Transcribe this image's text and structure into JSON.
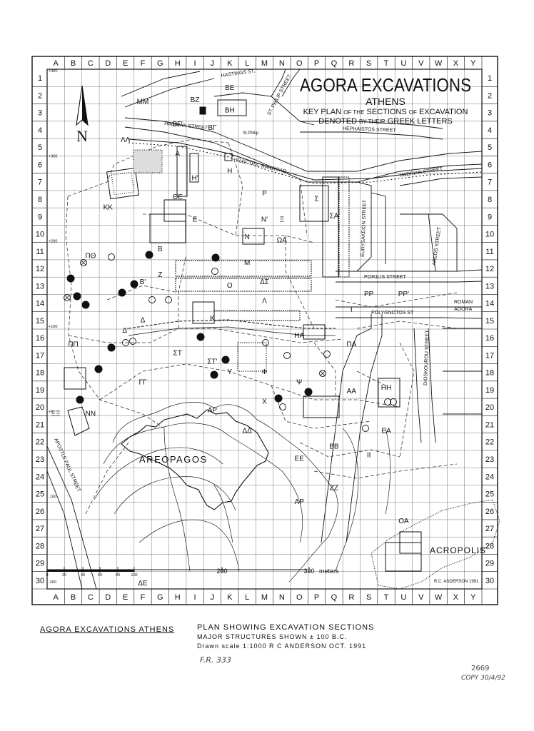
{
  "map": {
    "title": "AGORA EXCAVATIONS",
    "subtitle": "ATHENS",
    "key_line1_a": "KEY PLAN",
    "key_line1_b": "OF THE",
    "key_line1_c": "SECTIONS",
    "key_line1_d": "OF",
    "key_line1_e": "EXCAVATION",
    "key_line2_a": "DENOTED",
    "key_line2_b": "BY THEIR",
    "key_line2_c": "GREEK LETTERS",
    "col_letters": [
      "A",
      "B",
      "C",
      "D",
      "E",
      "F",
      "G",
      "H",
      "I",
      "J",
      "K",
      "L",
      "M",
      "N",
      "O",
      "P",
      "Q",
      "R",
      "S",
      "T",
      "U",
      "V",
      "W",
      "X",
      "Y"
    ],
    "row_numbers": [
      "1",
      "2",
      "3",
      "4",
      "5",
      "6",
      "7",
      "8",
      "9",
      "10",
      "11",
      "12",
      "13",
      "14",
      "15",
      "16",
      "17",
      "18",
      "19",
      "20",
      "21",
      "22",
      "23",
      "24",
      "25",
      "26",
      "27",
      "28",
      "29",
      "30"
    ],
    "coord_labels": [
      "+400",
      "+300",
      "+200",
      "+100",
      "+0",
      "-100",
      "-200"
    ],
    "scale": {
      "ticks": [
        "0",
        "20",
        "40",
        "60",
        "80",
        "100",
        "200",
        "300"
      ],
      "unit": "meters"
    },
    "signature": "R.C. ANDERSON  1991",
    "streets": {
      "hastings": "HASTINGS ST.",
      "philip": "ST. PHILIP STREET",
      "hadrian_w": "HADRIAN STREET",
      "hephaistos": "HEPHAISTOS STREET",
      "electric": "ELECTRIC RAILROAD",
      "hadrian_e": "HADRIAN STREET",
      "eurysakeion": "EURYSAKEION STREET",
      "areos": "AREOS STREET",
      "poikilis": "POIKILIS STREET",
      "polygnotos": "POLYGNOTOS ST",
      "dioskouron": "DIOSKOUROU STREET",
      "apostle": "APOSTLE PAUL STREET",
      "stphilip": "St.Philip"
    },
    "places": {
      "areopagos": "AREOPAGOS",
      "acropolis": "ACROPOLIS",
      "roman1": "ROMAN",
      "roman2": "AGORA"
    },
    "sections": [
      {
        "t": "ΒΕ",
        "c": "K",
        "r": 2.2
      },
      {
        "t": "ΒΖ",
        "c": "I",
        "r": 2.9
      },
      {
        "t": "ΒΗ",
        "c": "K",
        "r": 3.5
      },
      {
        "t": "ΜΜ",
        "c": "F",
        "r": 3.0
      },
      {
        "t": "ΒΓ'",
        "c": "H",
        "r": 4.3
      },
      {
        "t": "ΒΓ",
        "c": "J",
        "r": 4.5
      },
      {
        "t": "ΛΛ",
        "c": "E",
        "r": 5.2
      },
      {
        "t": "Α",
        "c": "H",
        "r": 6.0
      },
      {
        "t": "Η",
        "c": "K",
        "r": 7.0
      },
      {
        "t": "Η'",
        "c": "I",
        "r": 7.4
      },
      {
        "t": "Ρ",
        "c": "M",
        "r": 8.3
      },
      {
        "t": "ΘΕ",
        "c": "H",
        "r": 8.5
      },
      {
        "t": "ΚΚ",
        "c": "D",
        "r": 9.1
      },
      {
        "t": "Ε",
        "c": "I",
        "r": 9.8
      },
      {
        "t": "Ν'",
        "c": "M",
        "r": 9.8
      },
      {
        "t": "Ξ",
        "c": "N",
        "r": 9.8
      },
      {
        "t": "Σ",
        "c": "P",
        "r": 8.6
      },
      {
        "t": "ΣΑ",
        "c": "Q",
        "r": 9.6
      },
      {
        "t": "Ν",
        "c": "L",
        "r": 10.8
      },
      {
        "t": "ΩΑ",
        "c": "N",
        "r": 11.0
      },
      {
        "t": "ΠΘ",
        "c": "C",
        "r": 11.9
      },
      {
        "t": "Β",
        "c": "G",
        "r": 11.5
      },
      {
        "t": "Μ",
        "c": "L",
        "r": 12.3
      },
      {
        "t": "Ζ",
        "c": "G",
        "r": 13.0
      },
      {
        "t": "Ο",
        "c": "K",
        "r": 13.6
      },
      {
        "t": "Β'",
        "c": "F",
        "r": 13.4
      },
      {
        "t": "ΔΣ",
        "c": "M",
        "r": 13.4
      },
      {
        "t": "Λ",
        "c": "M",
        "r": 14.5
      },
      {
        "t": "ΡΡ",
        "c": "S",
        "r": 14.1
      },
      {
        "t": "ΡΡ'",
        "c": "U",
        "r": 14.1
      },
      {
        "t": "Ι",
        "c": "R",
        "r": 15.0
      },
      {
        "t": "Κ",
        "c": "J",
        "r": 15.5
      },
      {
        "t": "Δ",
        "c": "F",
        "r": 15.6
      },
      {
        "t": "Δ'",
        "c": "E",
        "r": 16.2
      },
      {
        "t": "ΗΑ",
        "c": "O",
        "r": 16.5
      },
      {
        "t": "ΠΑ",
        "c": "R",
        "r": 17.0
      },
      {
        "t": "ΠΠ",
        "c": "B",
        "r": 17.0
      },
      {
        "t": "ΣΤ",
        "c": "H",
        "r": 17.5
      },
      {
        "t": "ΣΤ'",
        "c": "J",
        "r": 18.0
      },
      {
        "t": "Υ",
        "c": "K",
        "r": 18.6
      },
      {
        "t": "Φ",
        "c": "M",
        "r": 18.6
      },
      {
        "t": "ΓΓ",
        "c": "F",
        "r": 19.2
      },
      {
        "t": "Ψ",
        "c": "O",
        "r": 19.2
      },
      {
        "t": "ΑΑ",
        "c": "R",
        "r": 19.7
      },
      {
        "t": "ΗΗ",
        "c": "T",
        "r": 19.5
      },
      {
        "t": "Χ",
        "c": "M",
        "r": 20.3
      },
      {
        "t": "ΑΡ",
        "c": "J",
        "r": 20.8
      },
      {
        "t": "ΞΞ",
        "c": "A",
        "r": 21.0
      },
      {
        "t": "ΝΝ",
        "c": "C",
        "r": 21.0
      },
      {
        "t": "ΔΔ",
        "c": "L",
        "r": 22.0
      },
      {
        "t": "ΕΑ",
        "c": "T",
        "r": 22.0
      },
      {
        "t": "ΒΒ",
        "c": "Q",
        "r": 22.9
      },
      {
        "t": "ΕΕ",
        "c": "O",
        "r": 23.6
      },
      {
        "t": "ΙΙ",
        "c": "S",
        "r": 23.4
      },
      {
        "t": "ΖΖ",
        "c": "Q",
        "r": 25.3
      },
      {
        "t": "ΑΡ",
        "c": "O",
        "r": 26.1
      },
      {
        "t": "ΟΑ",
        "c": "U",
        "r": 27.2
      },
      {
        "t": "ΔΕ",
        "c": "F",
        "r": 30.8
      }
    ]
  },
  "footer": {
    "left": "AGORA EXCAVATIONS ATHENS",
    "line1": "PLAN SHOWING EXCAVATION SECTIONS",
    "line2": "MAJOR STRUCTURES SHOWN ± 100 B.C.",
    "line3": "Drawn scale 1:1000   R C ANDERSON  OCT. 1991",
    "ref": "F.R. 333",
    "num": "2669",
    "copy": "COPY 30/4/92"
  }
}
